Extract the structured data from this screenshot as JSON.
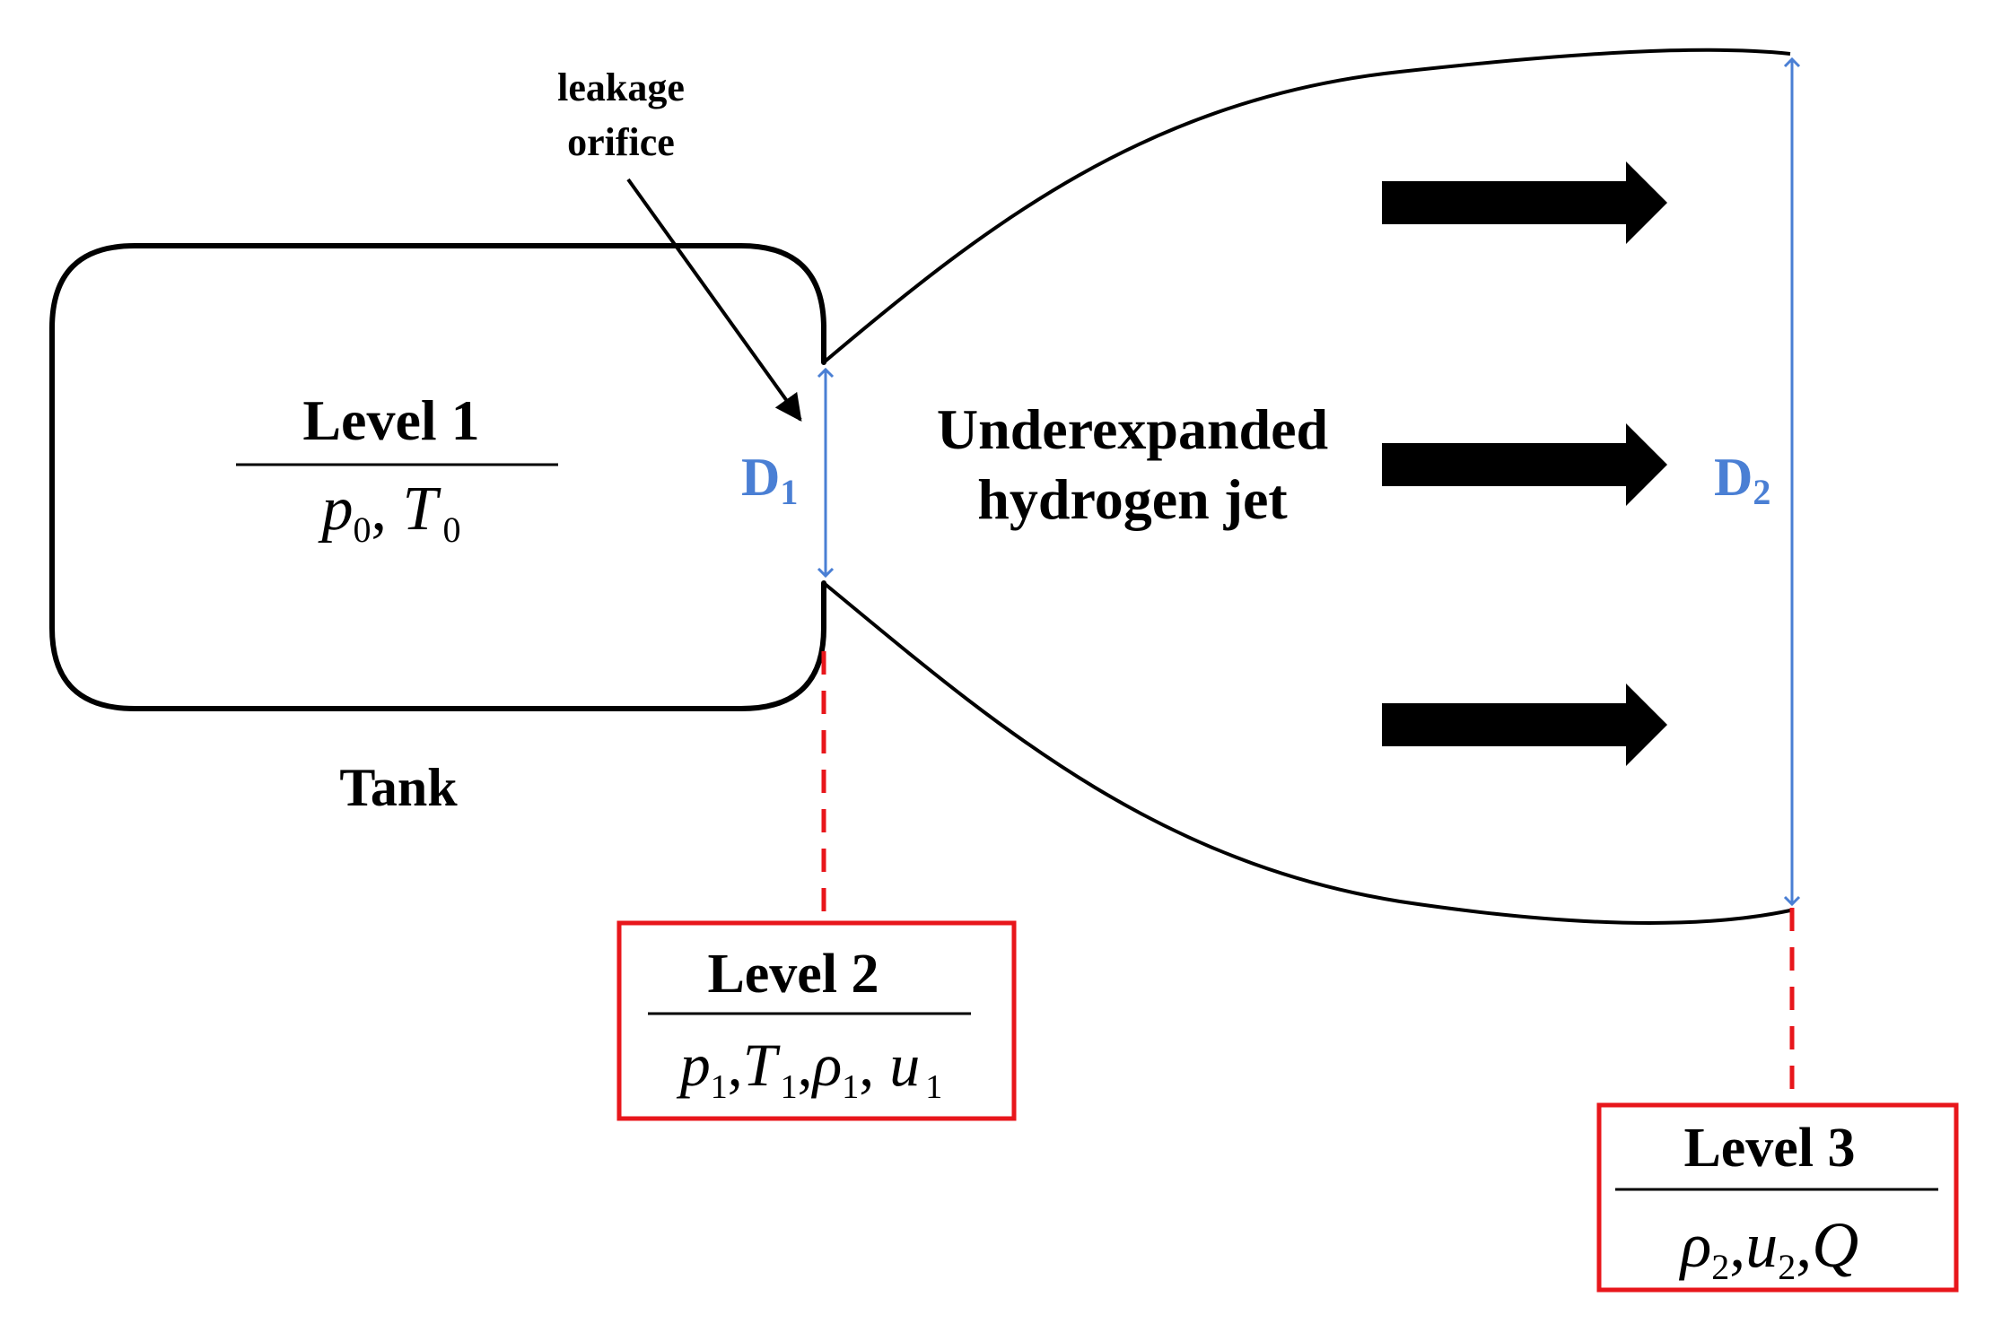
{
  "colors": {
    "ink": "#000000",
    "dimension": "#4a7fd4",
    "highlight": "#e8161b",
    "background": "#ffffff"
  },
  "orifice_label": {
    "line1": "leakage",
    "line2": "orifice"
  },
  "tank": {
    "caption": "Tank",
    "level": {
      "title": "Level 1",
      "vars": [
        {
          "sym": "p",
          "sub": "0"
        },
        {
          "sym": "T",
          "sub": "0"
        }
      ]
    }
  },
  "jet_label": {
    "line1": "Underexpanded",
    "line2": "hydrogen jet"
  },
  "dimensions": {
    "d1": {
      "sym": "D",
      "sub": "1"
    },
    "d2": {
      "sym": "D",
      "sub": "2"
    }
  },
  "level2": {
    "title": "Level 2",
    "vars": [
      {
        "sym": "p",
        "sub": "1"
      },
      {
        "sym": "T",
        "sub": "1"
      },
      {
        "sym": "ρ",
        "sub": "1"
      },
      {
        "sym": "u",
        "sub": "1"
      }
    ]
  },
  "level3": {
    "title": "Level 3",
    "vars": [
      {
        "sym": "ρ",
        "sub": "2"
      },
      {
        "sym": "u",
        "sub": "2"
      },
      {
        "sym": "Q",
        "sub": ""
      }
    ]
  },
  "flow_arrow_icons": [
    "arrow-right-icon",
    "arrow-right-icon",
    "arrow-right-icon"
  ]
}
